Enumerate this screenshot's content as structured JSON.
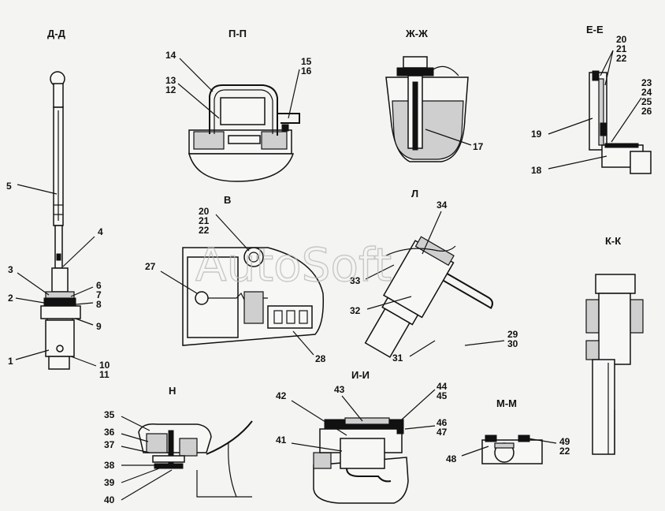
{
  "watermark": "AutoSoft",
  "views": {
    "dd": "Д-Д",
    "pp": "П-П",
    "zhzh": "Ж-Ж",
    "ee": "Е-Е",
    "v": "В",
    "l": "Л",
    "kk": "К-К",
    "n": "Н",
    "ii": "И-И",
    "mm": "М-М"
  },
  "callouts": {
    "c1": "1",
    "c2": "2",
    "c3": "3",
    "c4": "4",
    "c5": "5",
    "c6": "6",
    "c7": "7",
    "c8": "8",
    "c9": "9",
    "c10": "10",
    "c11": "11",
    "c12": "12",
    "c13": "13",
    "c14": "14",
    "c15": "15",
    "c16": "16",
    "c17": "17",
    "c18": "18",
    "c19": "19",
    "c20a": "20",
    "c21a": "21",
    "c22a": "22",
    "c20b": "20",
    "c21b": "21",
    "c22b": "22",
    "c22c": "22",
    "c23": "23",
    "c24": "24",
    "c25": "25",
    "c26": "26",
    "c27": "27",
    "c28": "28",
    "c29": "29",
    "c30": "30",
    "c31": "31",
    "c32": "32",
    "c33": "33",
    "c34": "34",
    "c35": "35",
    "c36": "36",
    "c37": "37",
    "c38": "38",
    "c39": "39",
    "c40": "40",
    "c41": "41",
    "c42": "42",
    "c43": "43",
    "c44": "44",
    "c45": "45",
    "c46": "46",
    "c47": "47",
    "c48": "48",
    "c49": "49"
  }
}
